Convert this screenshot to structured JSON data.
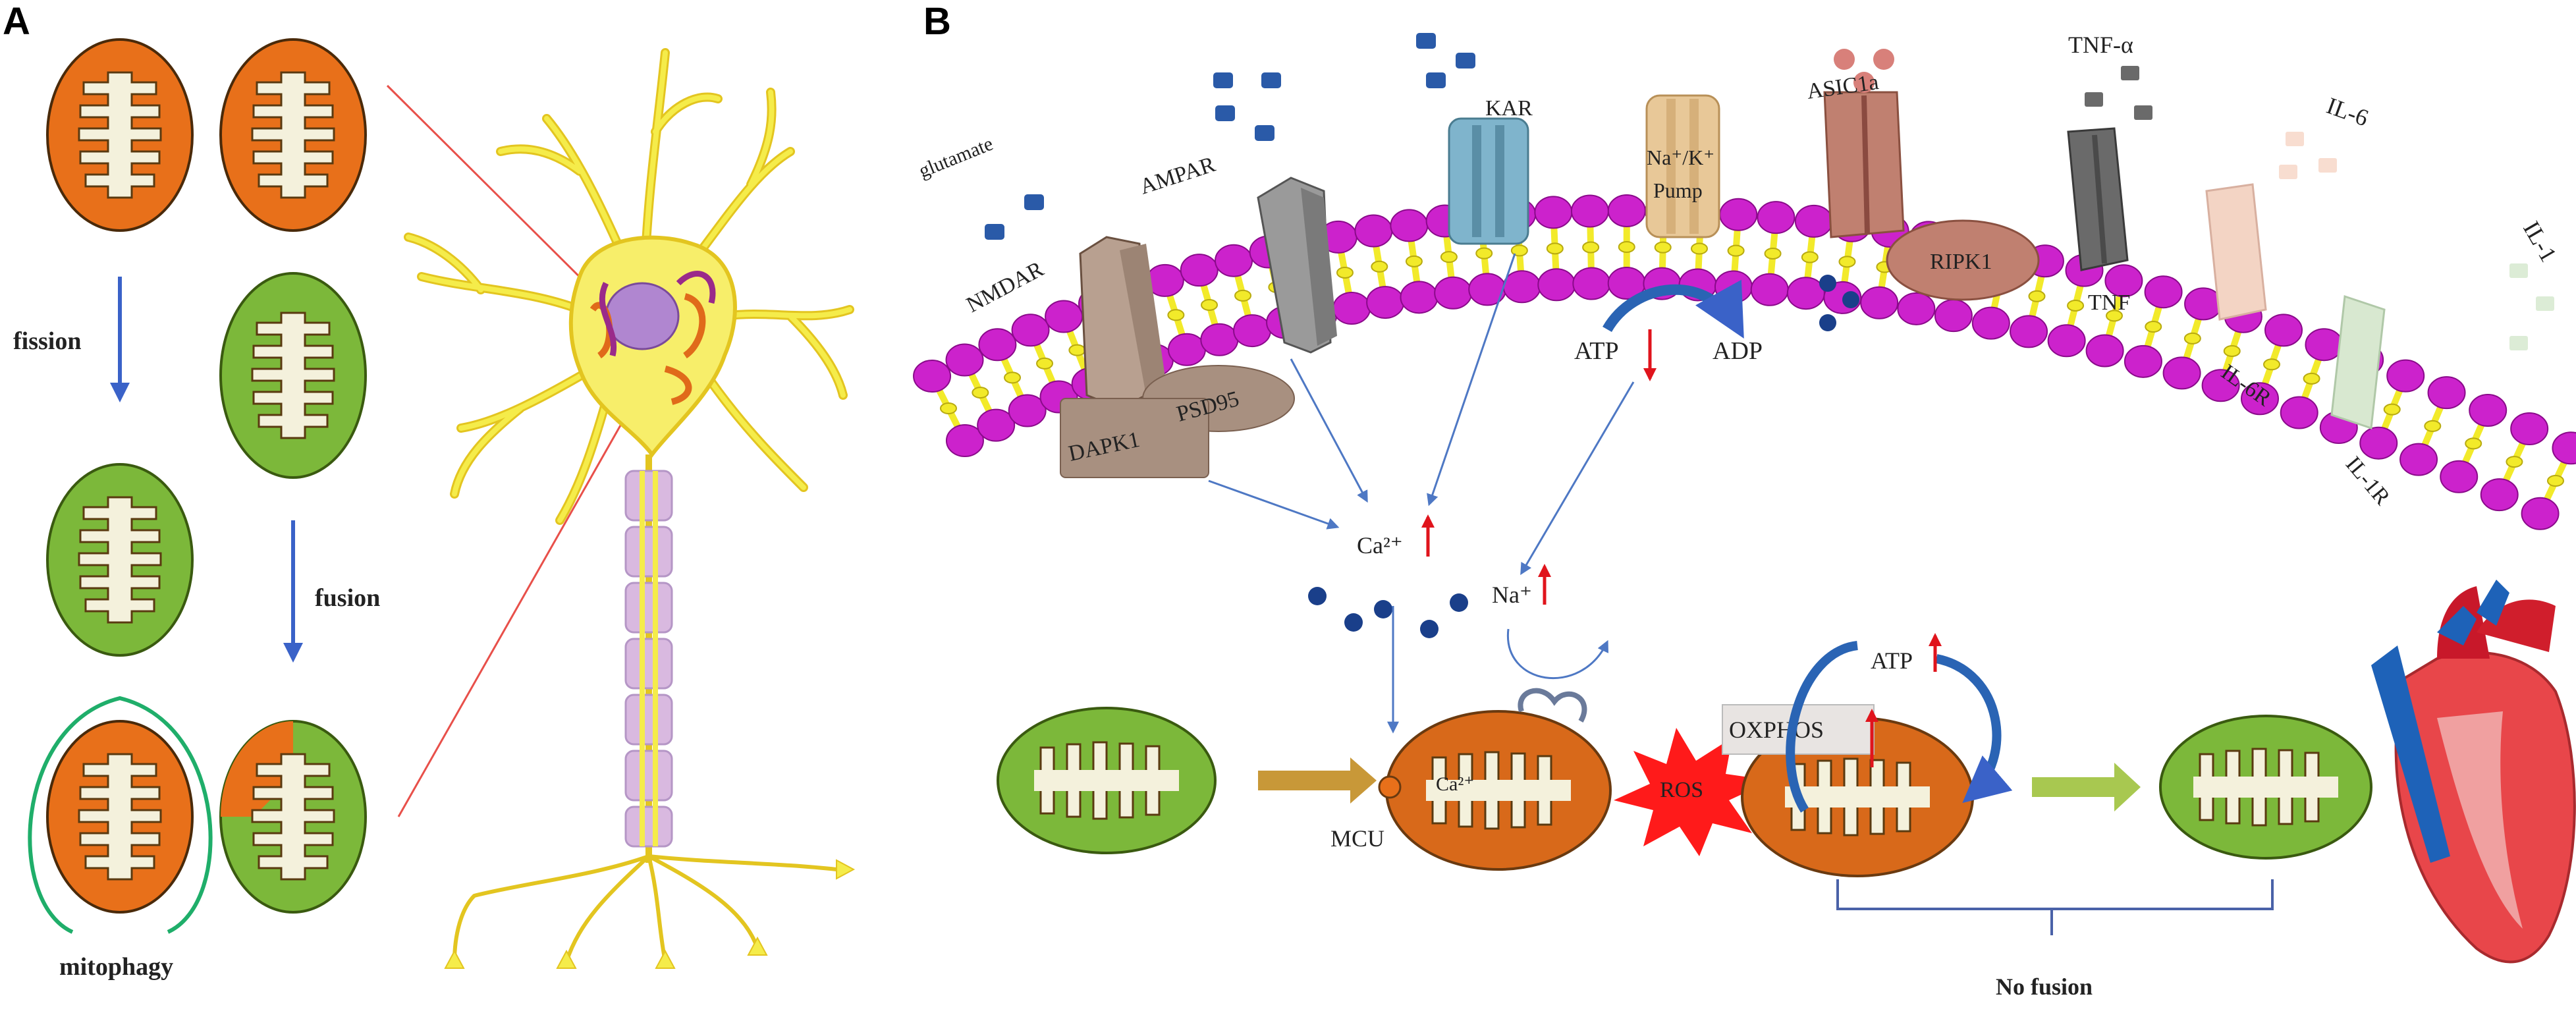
{
  "panels": {
    "a": {
      "letter": "A",
      "labels": {
        "fission": "fission",
        "fusion": "fusion",
        "mitophagy": "mitophagy"
      }
    },
    "b": {
      "letter": "B",
      "labels": {
        "glutamate": "glutamate",
        "ampar": "AMPAR",
        "nmdar": "NMDAR",
        "kar": "KAR",
        "na_k_pump_line1": "Na⁺/K⁺",
        "na_k_pump_line2": "Pump",
        "asic1a": "ASIC1a",
        "tnf_alpha": "TNF-α",
        "il6": "IL-6",
        "il1": "IL-1",
        "ripk1": "RIPK1",
        "tnf": "TNF",
        "il6r": "IL-6R",
        "il1r": "IL-1R",
        "psd95": "PSD95",
        "dapk1": "DAPK1",
        "atp": "ATP",
        "adp": "ADP",
        "ca2": "Ca²⁺",
        "na": "Na⁺",
        "ca_in_mito": "Ca²⁺",
        "mcu": "MCU",
        "ros": "ROS",
        "oxphos": "OXPHOS",
        "atp_up": "ATP",
        "no_fusion": "No fusion"
      }
    }
  },
  "colors": {
    "mito_orange": "#e8701a",
    "mito_green": "#7cb83a",
    "cristae": "#f4f1dc",
    "membrane_head": "#cc22cc",
    "membrane_tail": "#f2ea2a",
    "arrow_blue": "#3a62c8",
    "arrow_red": "#e0141c",
    "ros_red": "#ff1a1a",
    "neuron_yellow": "#f5ec4a"
  }
}
